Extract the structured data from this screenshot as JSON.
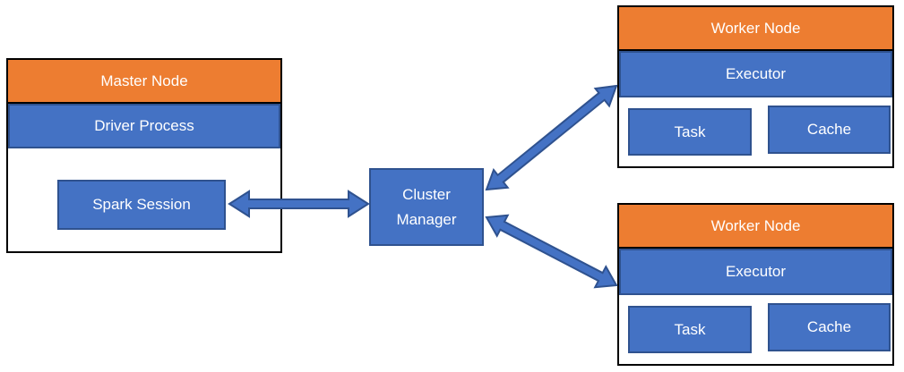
{
  "colors": {
    "orange": "#ED7D31",
    "blue": "#4472C4",
    "blue_dark_border": "#2F528F",
    "container_border": "#000000",
    "label_text": "#FFFFFF"
  },
  "master_group": {
    "header_label": "Master Node",
    "driver_label": "Driver Process",
    "session_label": "Spark Session"
  },
  "cluster_manager": {
    "label": "Cluster Manager"
  },
  "workers": [
    {
      "header_label": "Worker Node",
      "executor_label": "Executor",
      "task_label": "Task",
      "cache_label": "Cache"
    },
    {
      "header_label": "Worker Node",
      "executor_label": "Executor",
      "task_label": "Task",
      "cache_label": "Cache"
    }
  ],
  "arrows": [
    {
      "name": "spark-session-to-cluster-manager",
      "type": "double-headed"
    },
    {
      "name": "cluster-manager-to-worker-node-1",
      "type": "double-headed"
    },
    {
      "name": "cluster-manager-to-worker-node-2",
      "type": "double-headed"
    }
  ]
}
